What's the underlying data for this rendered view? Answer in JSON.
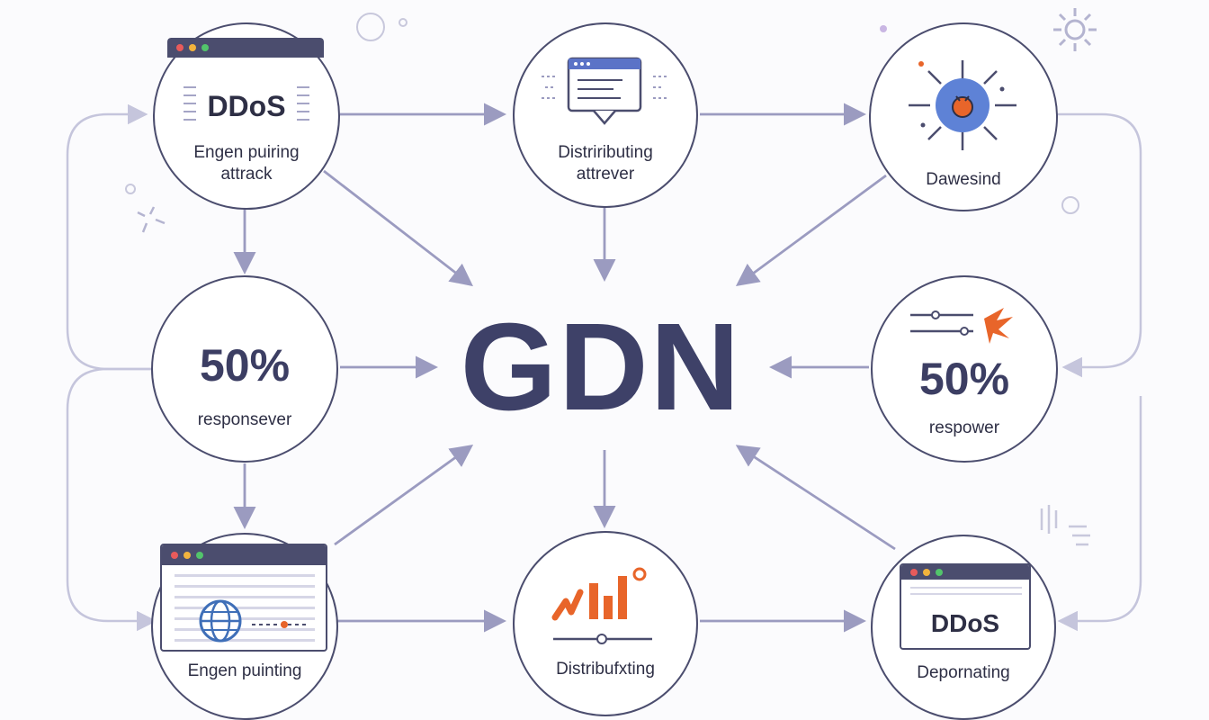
{
  "center": {
    "title": "GDN"
  },
  "nodes": {
    "top_left": {
      "badge": "DDoS",
      "label_line1": "Engen puiring",
      "label_line2": "attrack"
    },
    "top_center": {
      "label_line1": "Distriributing",
      "label_line2": "attrever"
    },
    "top_right": {
      "label": "Dawesind"
    },
    "mid_left": {
      "value": "50%",
      "label": "responsever"
    },
    "mid_right": {
      "value": "50%",
      "label": "respower"
    },
    "bottom_left": {
      "label": "Engen puinting"
    },
    "bottom_center": {
      "label": "Distribufxting"
    },
    "bottom_right": {
      "badge": "DDoS",
      "label": "Depornating"
    }
  },
  "colors": {
    "stroke": "#4b4d6e",
    "arrow": "#9b9bc0",
    "accent": "#e8652a",
    "globe": "#3f6fb8",
    "bug_circle": "#5e82d6"
  }
}
